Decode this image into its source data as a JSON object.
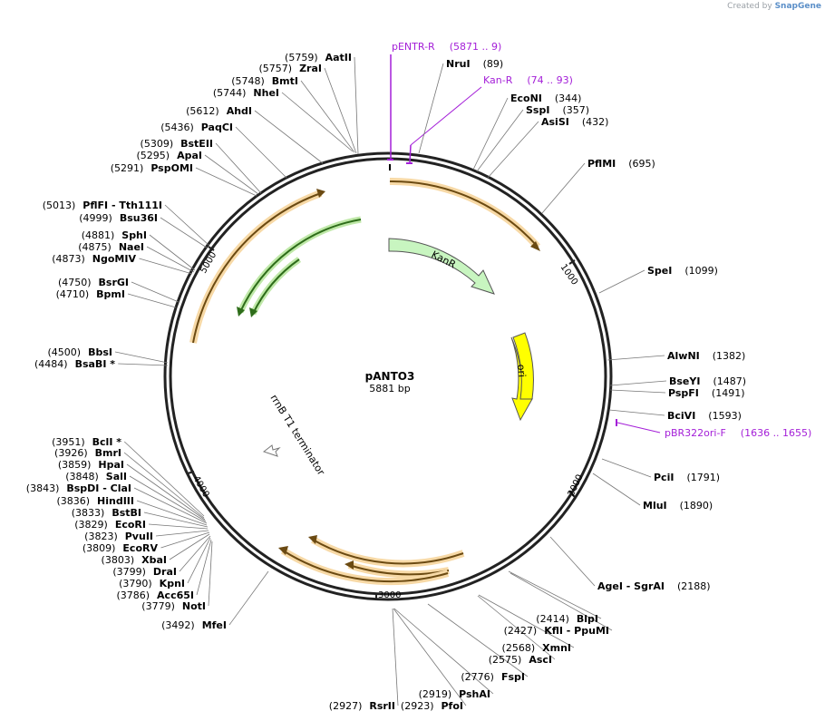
{
  "credit": {
    "prefix": "Created by",
    "brand": "SnapGene"
  },
  "plasmid": {
    "name": "pANTO3",
    "size_label": "5881 bp",
    "length": 5881
  },
  "ticks": [
    "1000",
    "2000",
    "3000",
    "4000",
    "5000"
  ],
  "sites": [
    {
      "name": "AatII",
      "pos": "(5759)"
    },
    {
      "name": "ZraI",
      "pos": "(5757)"
    },
    {
      "name": "BmtI",
      "pos": "(5748)"
    },
    {
      "name": "NheI",
      "pos": "(5744)"
    },
    {
      "name": "AhdI",
      "pos": "(5612)"
    },
    {
      "name": "PaqCI",
      "pos": "(5436)"
    },
    {
      "name": "BstEII",
      "pos": "(5309)"
    },
    {
      "name": "ApaI",
      "pos": "(5295)"
    },
    {
      "name": "PspOMI",
      "pos": "(5291)"
    },
    {
      "name": "PflFI",
      "name2": "Tth111I",
      "pos": "(5013)"
    },
    {
      "name": "Bsu36I",
      "pos": "(4999)"
    },
    {
      "name": "SphI",
      "pos": "(4881)"
    },
    {
      "name": "NaeI",
      "pos": "(4875)"
    },
    {
      "name": "NgoMIV",
      "pos": "(4873)"
    },
    {
      "name": "BsrGI",
      "pos": "(4750)"
    },
    {
      "name": "BpmI",
      "pos": "(4710)"
    },
    {
      "name": "BbsI",
      "pos": "(4500)"
    },
    {
      "name": "BsaBI *",
      "pos": "(4484)"
    },
    {
      "name": "BclI *",
      "pos": "(3951)"
    },
    {
      "name": "BmrI",
      "pos": "(3926)"
    },
    {
      "name": "HpaI",
      "pos": "(3859)"
    },
    {
      "name": "SalI",
      "pos": "(3848)"
    },
    {
      "name": "BspDI",
      "name2": "ClaI",
      "pos": "(3843)"
    },
    {
      "name": "HindIII",
      "pos": "(3836)"
    },
    {
      "name": "BstBI",
      "pos": "(3833)"
    },
    {
      "name": "EcoRI",
      "pos": "(3829)"
    },
    {
      "name": "PvuII",
      "pos": "(3823)"
    },
    {
      "name": "EcoRV",
      "pos": "(3809)"
    },
    {
      "name": "XbaI",
      "pos": "(3803)"
    },
    {
      "name": "DraI",
      "pos": "(3799)"
    },
    {
      "name": "KpnI",
      "pos": "(3790)"
    },
    {
      "name": "Acc65I",
      "pos": "(3786)"
    },
    {
      "name": "NotI",
      "pos": "(3779)"
    },
    {
      "name": "MfeI",
      "pos": "(3492)"
    },
    {
      "name": "RsrII",
      "pos": "(2927)"
    },
    {
      "name": "PfoI",
      "pos": "(2923)"
    },
    {
      "name": "PshAI",
      "pos": "(2919)"
    },
    {
      "name": "FspI",
      "pos": "(2776)"
    },
    {
      "name": "AscI",
      "pos": "(2575)"
    },
    {
      "name": "XmnI",
      "pos": "(2568)"
    },
    {
      "name": "KflI",
      "name2": "PpuMI",
      "pos": "(2427)"
    },
    {
      "name": "BlpI",
      "pos": "(2414)"
    },
    {
      "name": "AgeI",
      "name2": "SgrAI",
      "pos": "(2188)"
    },
    {
      "name": "MluI",
      "pos": "(1890)"
    },
    {
      "name": "PciI",
      "pos": "(1791)"
    },
    {
      "name": "BciVI",
      "pos": "(1593)"
    },
    {
      "name": "PspFI",
      "pos": "(1491)"
    },
    {
      "name": "BseYI",
      "pos": "(1487)"
    },
    {
      "name": "AlwNI",
      "pos": "(1382)"
    },
    {
      "name": "SpeI",
      "pos": "(1099)"
    },
    {
      "name": "PflMI",
      "pos": "(695)"
    },
    {
      "name": "AsiSI",
      "pos": "(432)"
    },
    {
      "name": "SspI",
      "pos": "(357)"
    },
    {
      "name": "EcoNI",
      "pos": "(344)"
    },
    {
      "name": "NruI",
      "pos": "(89)"
    }
  ],
  "primers": [
    {
      "name": "pENTR-R",
      "range": "(5871 .. 9)"
    },
    {
      "name": "Kan-R",
      "range": "(74 .. 93)"
    },
    {
      "name": "pBR322ori-F",
      "range": "(1636 .. 1655)"
    }
  ],
  "features": [
    {
      "name": "KanR",
      "color": "#c8f5c0"
    },
    {
      "name": "ori",
      "color": "#ffff00"
    },
    {
      "name": "rrnB T1 terminator",
      "color": "#ffffff"
    }
  ],
  "colors": {
    "orf": "#e8a33a",
    "orf_glow": "#f7d9a6",
    "green_orf": "#4aa829",
    "primer": "#a41fd8"
  }
}
